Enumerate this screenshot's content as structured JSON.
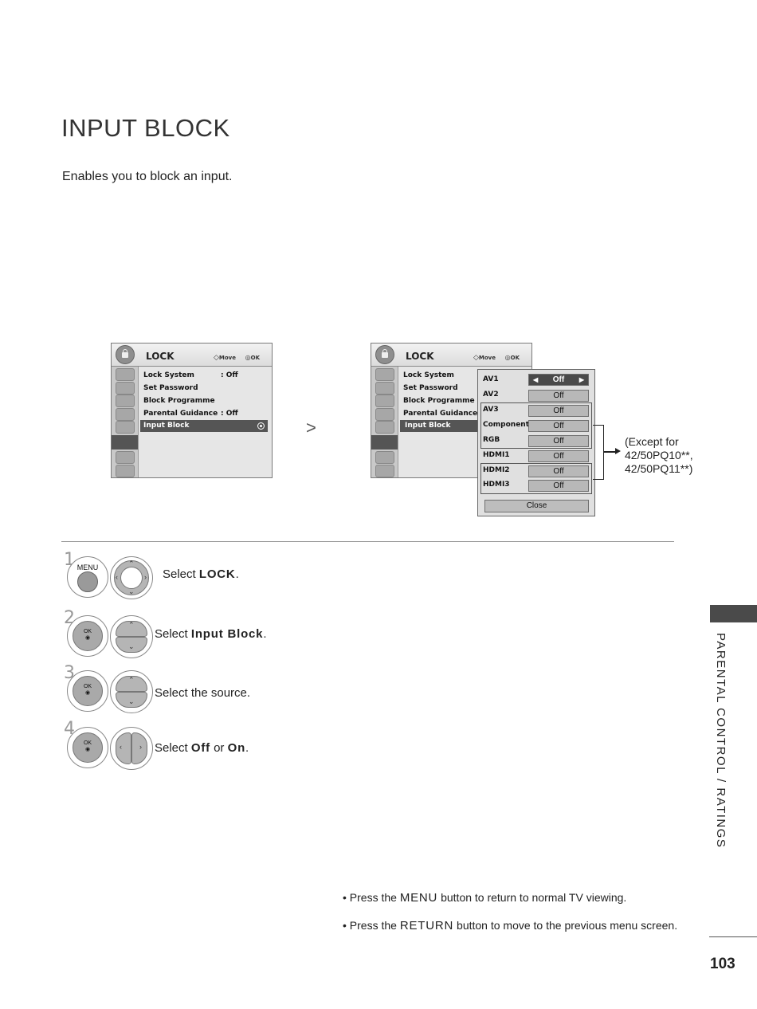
{
  "page": {
    "title": "INPUT BLOCK",
    "subtitle": "Enables you to block an input.",
    "side_label": "PARENTAL CONTROL / RATINGS",
    "page_number": "103"
  },
  "osd_left": {
    "title": "LOCK",
    "move_hint": "Move",
    "ok_hint": "OK",
    "items": [
      {
        "label": "Lock System",
        "value": ": Off"
      },
      {
        "label": "Set Password",
        "value": ""
      },
      {
        "label": "Block Programme",
        "value": ""
      },
      {
        "label": "Parental Guidance",
        "value": ": Off"
      },
      {
        "label": "Input Block",
        "value": ""
      }
    ]
  },
  "osd_right": {
    "title": "LOCK",
    "move_hint": "Move",
    "ok_hint": "OK",
    "items": [
      {
        "label": "Lock System"
      },
      {
        "label": "Set Password"
      },
      {
        "label": "Block Programme"
      },
      {
        "label": "Parental Guidance"
      },
      {
        "label": "Input Block"
      }
    ],
    "popup": {
      "rows": [
        {
          "label": "AV1",
          "value": "Off"
        },
        {
          "label": "AV2",
          "value": "Off"
        },
        {
          "label": "AV3",
          "value": "Off"
        },
        {
          "label": "Component",
          "value": "Off"
        },
        {
          "label": "RGB",
          "value": "Off"
        },
        {
          "label": "HDMI1",
          "value": "Off"
        },
        {
          "label": "HDMI2",
          "value": "Off"
        },
        {
          "label": "HDMI3",
          "value": "Off"
        }
      ],
      "close_label": "Close"
    }
  },
  "note": {
    "line1": "(Except for",
    "line2": "42/50PQ10**,",
    "line3": "42/50PQ11**)"
  },
  "steps": [
    {
      "number": "1",
      "button": "MENU",
      "prefix": "Select ",
      "bold": "LOCK",
      "suffix": "."
    },
    {
      "number": "2",
      "button": "OK",
      "prefix": "Select ",
      "bold": "Input Block",
      "suffix": "."
    },
    {
      "number": "3",
      "button": "OK",
      "prefix": "Select the source.",
      "bold": "",
      "suffix": ""
    },
    {
      "number": "4",
      "button": "OK",
      "prefix": "Select ",
      "bold": "Off",
      "mid": " or ",
      "bold2": "On",
      "suffix": "."
    }
  ],
  "footer": {
    "b1_pre": "• Press the ",
    "b1_bold": "MENU",
    "b1_post": " button to return to normal TV viewing.",
    "b2_pre": "• Press the ",
    "b2_bold": "RETURN",
    "b2_post": " button to move to the previous menu screen."
  },
  "icons": {
    "lock": "padlock-icon",
    "navigation": "arrow-ring-icon",
    "ok": "ok-button-icon"
  },
  "colors": {
    "highlight": "#555555",
    "panel": "#e6e6e6",
    "side_tab": "#4a4a4a"
  }
}
